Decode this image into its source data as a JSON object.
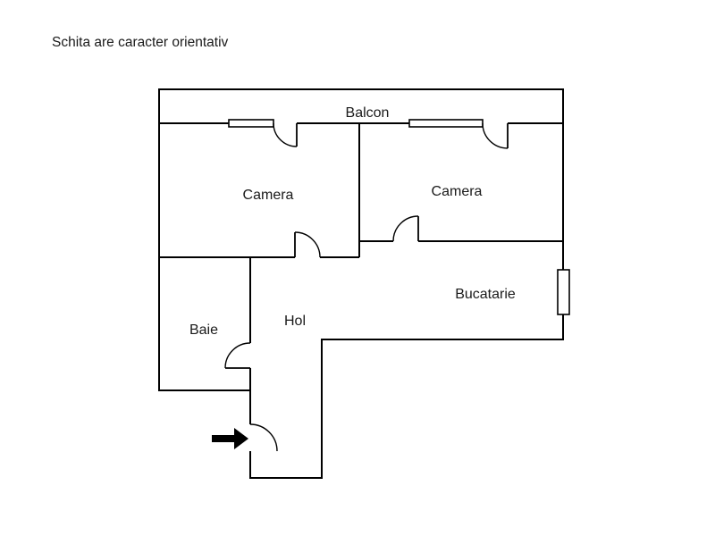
{
  "page": {
    "title": "Schita are caracter orientativ"
  },
  "floor_plan": {
    "labels": {
      "balcon": "Balcon",
      "camera_left": "Camera",
      "camera_right": "Camera",
      "bucatarie": "Bucatarie",
      "hol": "Hol",
      "baie": "Baie"
    },
    "colors": {
      "wall": "#000000",
      "background": "#ffffff",
      "text": "#1a1a1a",
      "entrance_arrow": "#000000"
    }
  }
}
